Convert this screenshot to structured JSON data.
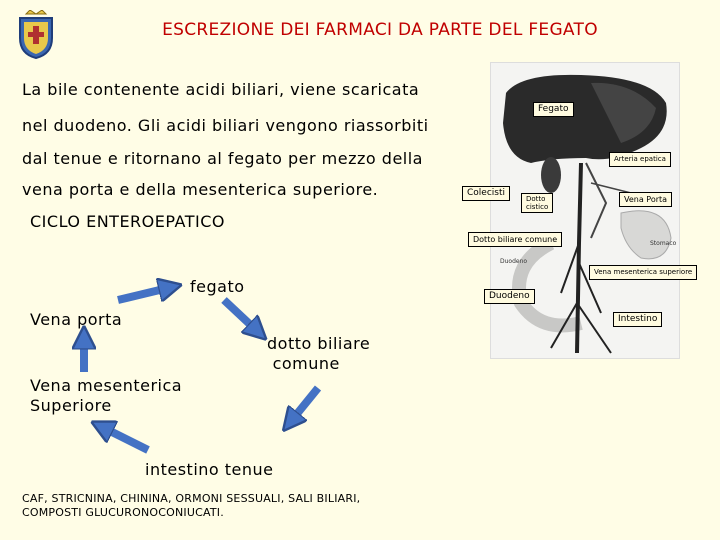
{
  "title": "ESCREZIONE DEI FARMACI DA PARTE DEL FEGATO",
  "paragraph_lines": [
    "La bile contenente acidi biliari, viene scaricata",
    "nel duodeno. Gli acidi biliari vengono riassorbiti",
    "dal tenue e ritornano al fegato per mezzo della",
    "vena porta e della mesenterica superiore."
  ],
  "cycle_heading": "CICLO ENTEROEPATICO",
  "cycle": {
    "fegato": "fegato",
    "vena_porta": "Vena porta",
    "dotto_biliare": "dotto biliare\n comune",
    "vena_mesenterica": "Vena mesenterica\nSuperiore",
    "intestino_tenue": "intestino tenue"
  },
  "footer_lines": [
    "CAF, STRICNINA, CHININA, ORMONI SESSUALI, SALI BILIARI,",
    "COMPOSTI GLUCURONOCONIUCATI."
  ],
  "figure_labels": {
    "fegato": "Fegato",
    "arteria_epatica": "Arteria epatica",
    "colecisti": "Colecisti",
    "dotto_cistico": "Dotto\ncistico",
    "vena_porta": "Vena Porta",
    "dotto_biliare_comune": "Dotto biliare comune",
    "stomaco": "Stomaco",
    "duodeno_small": "Duodeno",
    "vena_mesenterica_superiore": "Vena mesenterica superiore",
    "duodeno": "Duodeno",
    "intestino": "Intestino"
  },
  "colors": {
    "title": "#c00000",
    "background": "#fffde6",
    "arrow": "#4472c4"
  },
  "icons": [
    "coat-of-arms-logo",
    "circular-arrow"
  ]
}
